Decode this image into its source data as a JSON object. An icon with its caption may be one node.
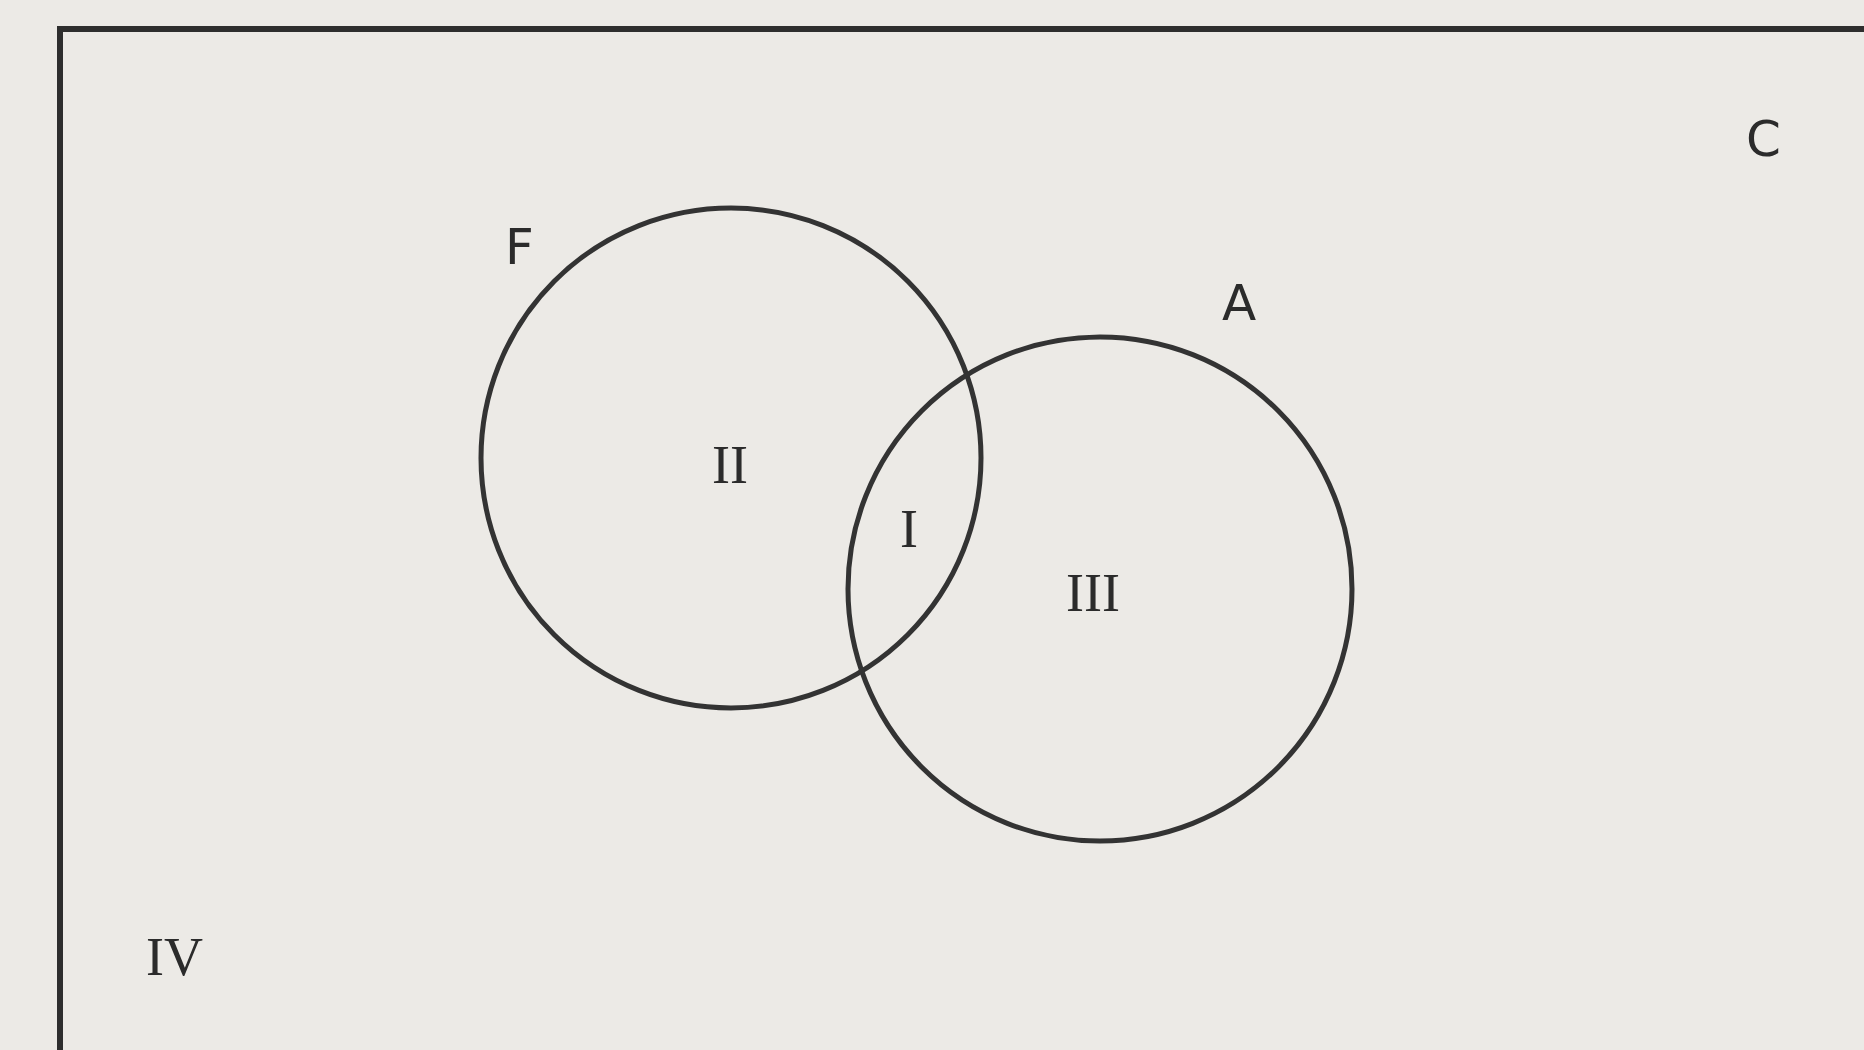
{
  "diagram": {
    "nodes": [
      {
        "text": [
          "C"
        ]
      },
      {
        "text": [
          "F"
        ],
        "in": 0
      },
      {
        "text": [
          "A"
        ],
        "in": 0
      }
    ],
    "labels": [
      "II",
      "I",
      "III",
      "IV"
    ]
  }
}
